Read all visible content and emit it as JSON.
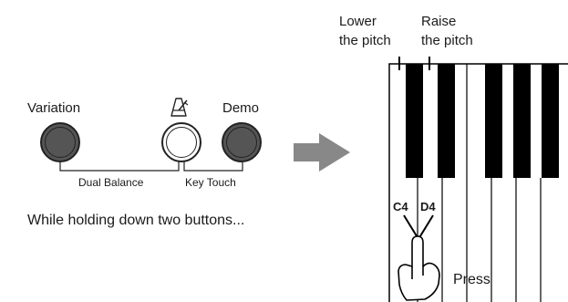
{
  "buttons": {
    "variation_label": "Variation",
    "demo_label": "Demo",
    "metronome_icon": "metronome-icon"
  },
  "brackets": {
    "dual_balance": "Dual Balance",
    "key_touch": "Key Touch"
  },
  "instruction": "While holding down two buttons...",
  "keyboard": {
    "lower_label_line1": "Lower",
    "lower_label_line2": "the pitch",
    "raise_label_line1": "Raise",
    "raise_label_line2": "the pitch",
    "key_c4": "C4",
    "key_d4": "D4"
  },
  "press_label": "Press",
  "colors": {
    "button_dark": "#555555",
    "arrow": "#888888",
    "key_black": "#000000"
  }
}
